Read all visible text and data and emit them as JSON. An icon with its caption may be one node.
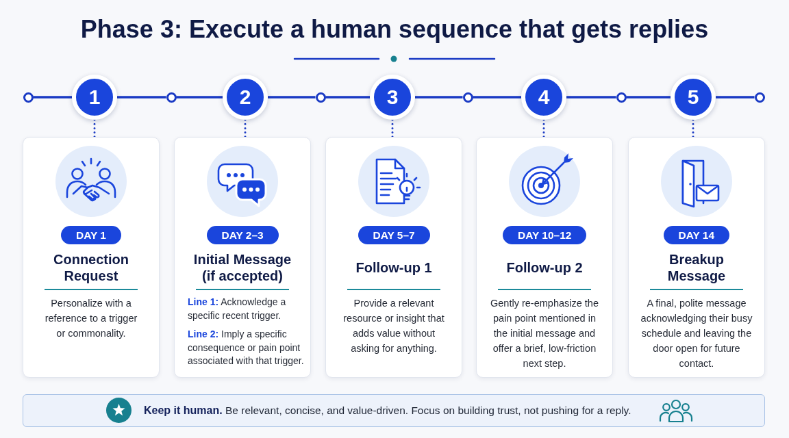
{
  "diagram": {
    "title": "Phase 3: Execute a human sequence that gets replies",
    "nodes": [
      {
        "text": [],
        "shape": "circle"
      },
      {
        "text": [
          "1"
        ]
      },
      {
        "text": [],
        "shape": "circle"
      },
      {
        "text": [
          "2"
        ]
      },
      {
        "text": [],
        "shape": "circle"
      },
      {
        "text": [
          "3"
        ]
      },
      {
        "text": [],
        "shape": "circle"
      },
      {
        "text": [
          "4"
        ]
      },
      {
        "text": [],
        "shape": "circle"
      },
      {
        "text": [
          "5"
        ]
      },
      {
        "text": [],
        "shape": "circle"
      },
      {
        "text": [
          "Connection Request",
          "Personalize with a reference to a trigger or commonality."
        ]
      },
      {
        "text": [
          "DAY 1"
        ],
        "in": 11
      },
      {
        "text": [
          "Initial Message (if accepted)",
          "**Line 1:** Acknowledge a specific recent trigger.",
          "**Line 2:** Imply a specific consequence or pain point associated with that trigger."
        ]
      },
      {
        "text": [
          "DAY 2–3"
        ],
        "in": 13
      },
      {
        "text": [
          "Follow-up 1",
          "Provide a relevant resource or insight that adds value without asking for anything."
        ]
      },
      {
        "text": [
          "DAY 5–7"
        ],
        "in": 15
      },
      {
        "text": [
          "Follow-up 2",
          "Gently re-emphasize the pain point mentioned in the initial message and offer a brief, low-friction next step."
        ]
      },
      {
        "text": [
          "DAY 10–12"
        ],
        "in": 17
      },
      {
        "text": [
          "Breakup Message",
          "A final, polite message acknowledging their busy schedule and leaving the door open for future contact."
        ]
      },
      {
        "text": [
          "DAY 14"
        ],
        "in": 19
      },
      {
        "text": [
          "**Keep it human.** Be relevant, concise, and value-driven. Focus on building trust, not pushing for a reply."
        ]
      }
    ],
    "edges": [
      {
        "from": 0,
        "to": 1,
        "arrow": "none"
      },
      {
        "from": 1,
        "to": 2,
        "arrow": "none"
      },
      {
        "from": 2,
        "to": 3,
        "arrow": "none"
      },
      {
        "from": 3,
        "to": 4,
        "arrow": "none"
      },
      {
        "from": 4,
        "to": 5,
        "arrow": "none"
      },
      {
        "from": 5,
        "to": 6,
        "arrow": "none"
      },
      {
        "from": 6,
        "to": 7,
        "arrow": "none"
      },
      {
        "from": 7,
        "to": 8,
        "arrow": "none"
      },
      {
        "from": 8,
        "to": 9,
        "arrow": "none"
      },
      {
        "from": 9,
        "to": 10,
        "arrow": "none"
      },
      {
        "from": 1,
        "to": 11,
        "arrow": "none",
        "style": "dashed"
      },
      {
        "from": 3,
        "to": 13,
        "arrow": "none",
        "style": "dashed"
      },
      {
        "from": 5,
        "to": 15,
        "arrow": "none",
        "style": "dashed"
      },
      {
        "from": 7,
        "to": 17,
        "arrow": "none",
        "style": "dashed"
      },
      {
        "from": 9,
        "to": 19,
        "arrow": "none",
        "style": "dashed"
      }
    ]
  }
}
